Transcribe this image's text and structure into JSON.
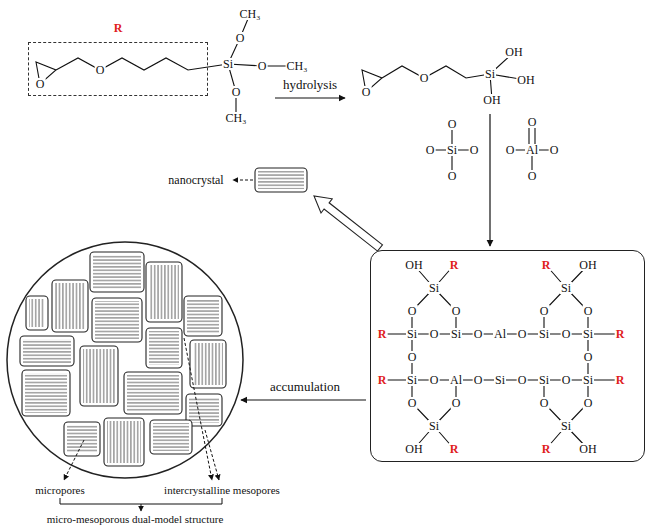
{
  "diagram": {
    "nodes": [
      {
        "text": [
          "R",
          "O",
          "O"
        ]
      },
      {
        "text": [
          "OH",
          "R",
          "R",
          "OH",
          "Si",
          "Si",
          "O",
          "O",
          "O",
          "O",
          "R",
          "Si",
          "O",
          "Si",
          "O",
          "Al",
          "O",
          "Si",
          "O",
          "Si",
          "R",
          "O",
          "O",
          "R",
          "Si",
          "O",
          "Al",
          "O",
          "Si",
          "O",
          "Si",
          "O",
          "Si",
          "R",
          "O",
          "O",
          "O",
          "O",
          "Si",
          "Si",
          "OH",
          "R",
          "R",
          "OH"
        ]
      }
    ],
    "labels": [
      "CH₃",
      "O",
      "Si",
      "O",
      "CH₃",
      "O",
      "CH₃",
      "hydrolysis",
      "O",
      "O",
      "OH",
      "Si",
      "OH",
      "OH",
      "O",
      "O",
      "Si",
      "O",
      "O",
      "O",
      "O",
      "Al",
      "O",
      "O",
      "nanocrystal",
      "accumulation",
      "micropores",
      "intercrystalline mesopores",
      "micro-mesoporous dual-model structure"
    ]
  }
}
